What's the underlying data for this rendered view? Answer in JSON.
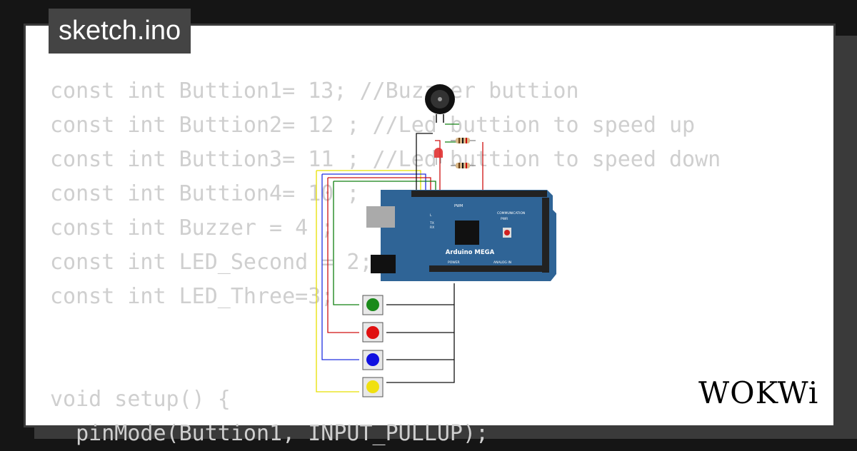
{
  "tab": {
    "title": "sketch.ino"
  },
  "code_lines": [
    "const int Buttion1= 13; //Buzzeer buttion",
    "const int Buttion2= 12 ; //Led buttion to speed up",
    "const int Buttion3= 11 ; //Led buttion to speed down",
    "const int Buttion4= 10 ;",
    "const int Buzzer = 4 ;",
    "const int LED_Second = 2; //Red LED",
    "const int LED_Three=3;",
    "",
    "",
    "void setup() {",
    "  pinMode(Buttion1, INPUT_PULLUP);"
  ],
  "board": {
    "name": "Arduino MEGA",
    "labels": {
      "pwm": "PWM",
      "communication": "COMMUNICATION",
      "power": "POWER",
      "analog": "ANALOG IN",
      "l": "L",
      "tx": "TX",
      "rx": "RX",
      "pwr": "PWR"
    }
  },
  "buttons": [
    {
      "color": "#1a8a1a"
    },
    {
      "color": "#e01010"
    },
    {
      "color": "#1010e0"
    },
    {
      "color": "#f0e010"
    }
  ],
  "logo": {
    "text": "WOKWi"
  }
}
